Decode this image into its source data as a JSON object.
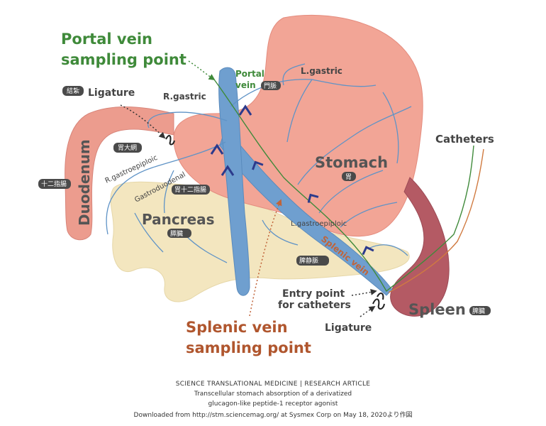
{
  "colors": {
    "stomach": "#f2a596",
    "duodenum": "#ec9c8e",
    "pancreas": "#f3e6bf",
    "portal_vein": "#6f9fcf",
    "spleen": "#b45a64",
    "vessel_line": "#5f93c6",
    "arrow": "#2c3a8c",
    "green": "#3f8a3a",
    "orange": "#c0643a",
    "label_dark": "#444444"
  },
  "labels": {
    "portal_sampling": [
      "Portal vein",
      "sampling point"
    ],
    "portal_vein": [
      "Portal",
      "vein"
    ],
    "portal_vein_jp": "門脈",
    "l_gastric": "L.gastric",
    "ligature_top": "Ligature",
    "ligature_top_jp": "結紮",
    "r_gastric": "R.gastric",
    "catheters": "Catheters",
    "duodenum": "Duodenum",
    "duodenum_jp": "十二指腸",
    "omentum_jp": "胃大網",
    "r_gastroepiploic": "R.gastroepiploic",
    "gastroduodenal": "Gastroduodenal",
    "gastroduodenal_jp": "胃十二指腸",
    "stomach": "Stomach",
    "stomach_jp": "胃",
    "pancreas": "Pancreas",
    "pancreas_jp": "膵臓",
    "l_gastroepiploic": "L.gastroepiploic",
    "splenic_vein": "Splenic vein",
    "splenic_vein_jp": "脾静脈",
    "entry_point": [
      "Entry point",
      "for catheters"
    ],
    "spleen": "Spleen",
    "spleen_jp": "脾臓",
    "ligature_bottom": "Ligature",
    "splenic_sampling": [
      "Splenic vein",
      "sampling point"
    ]
  },
  "caption": {
    "line1": "SCIENCE TRANSLATIONAL MEDICINE | RESEARCH ARTICLE",
    "line2": "Transcellular stomach absorption of a derivatized",
    "line3": "glucagon-like peptide-1 receptor agonist",
    "line4": "Downloaded from http://stm.sciencemag.org/ at Sysmex Corp on May 18, 2020より作図"
  }
}
